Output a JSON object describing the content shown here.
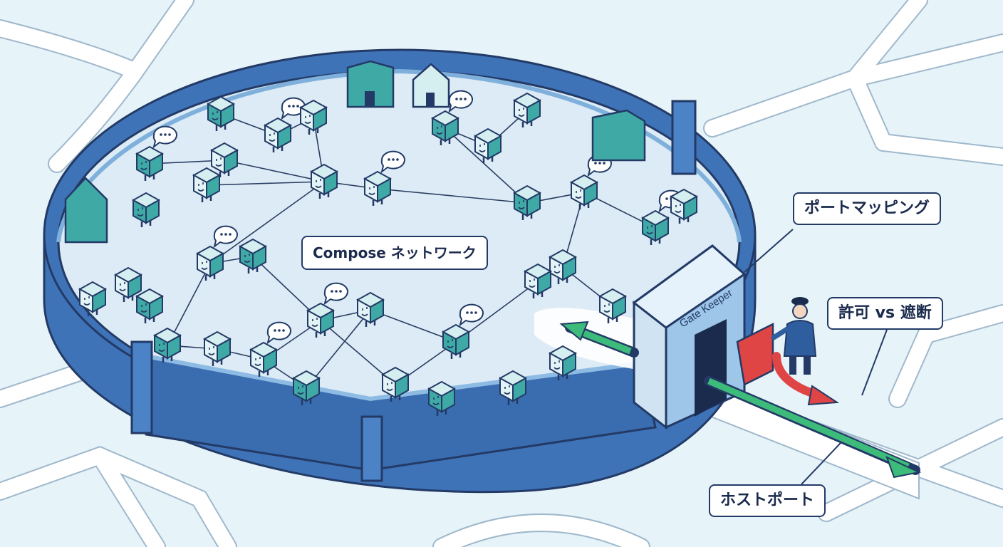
{
  "labels": {
    "network": "Compose ネットワーク",
    "port_mapping": "ポートマッピング",
    "allow_block": "許可 vs 遮断",
    "host_port": "ホストポート",
    "gate_sign": "Gate Keeper"
  },
  "colors": {
    "background": "#e6f3f8",
    "road": "#ffffff",
    "wall": "#3f73b8",
    "wall_dark": "#2c5a99",
    "floor": "#dcebf5",
    "container": "#3fa9a6",
    "container_top": "#d5eef0",
    "outline": "#233a66",
    "allow_arrow": "#3dbb7a",
    "block_arrow": "#e04545"
  },
  "icons": [
    "container-icon",
    "speech-bubble-icon",
    "house-icon",
    "gatekeeper-icon",
    "gate-icon",
    "arrow-icon"
  ]
}
